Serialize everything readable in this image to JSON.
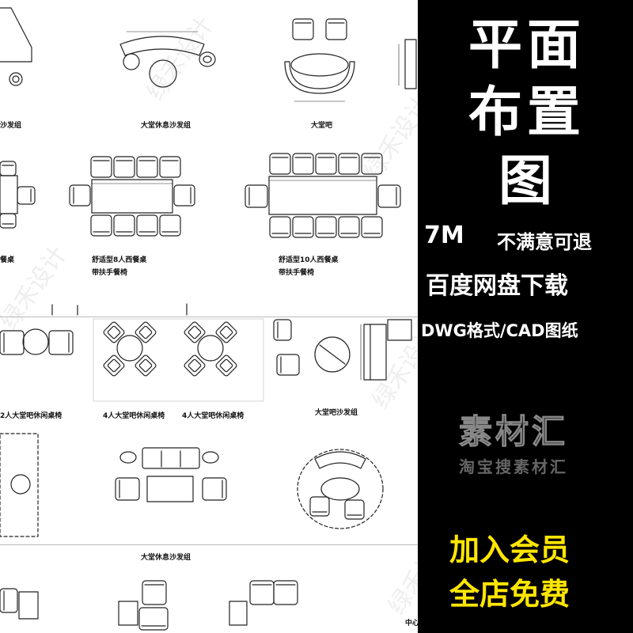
{
  "drawing": {
    "labels": {
      "sofa_group_partial": "沙发组",
      "lobby_lounge_sofa": "大堂休息沙发组",
      "lobby_bar": "大堂吧",
      "dining_table_partial": "餐桌",
      "dining_8_line1": "舒适型8人西餐桌",
      "dining_8_line2": "带扶手餐椅",
      "dining_10_line1": "舒适型10人西餐桌",
      "dining_10_line2": "带扶手餐椅",
      "bar_2_person": "2人大堂吧休闲桌椅",
      "bar_4_person_a": "4人大堂吧休闲桌椅",
      "bar_4_person_b": "4人大堂吧休闲桌椅",
      "bar_sofa_group": "大堂吧沙发组",
      "lobby_lounge_sofa_2": "大堂休息沙发组",
      "center_partial": "中心"
    },
    "watermark": "绿禾设计"
  },
  "ad": {
    "title_line1": "平面",
    "title_line2": "布置",
    "title_line3": "图",
    "size_text": "7M",
    "refund_text": "不满意可退",
    "download_text": "百度网盘下载",
    "format_text": "DWG格式/CAD图纸",
    "logo_text": "素材汇",
    "logo_subtext": "淘宝搜素材汇",
    "member_text": "加入会员",
    "free_text": "全店免费",
    "colors": {
      "background": "#000000",
      "text": "#ffffff",
      "highlight": "#ffe600"
    }
  }
}
